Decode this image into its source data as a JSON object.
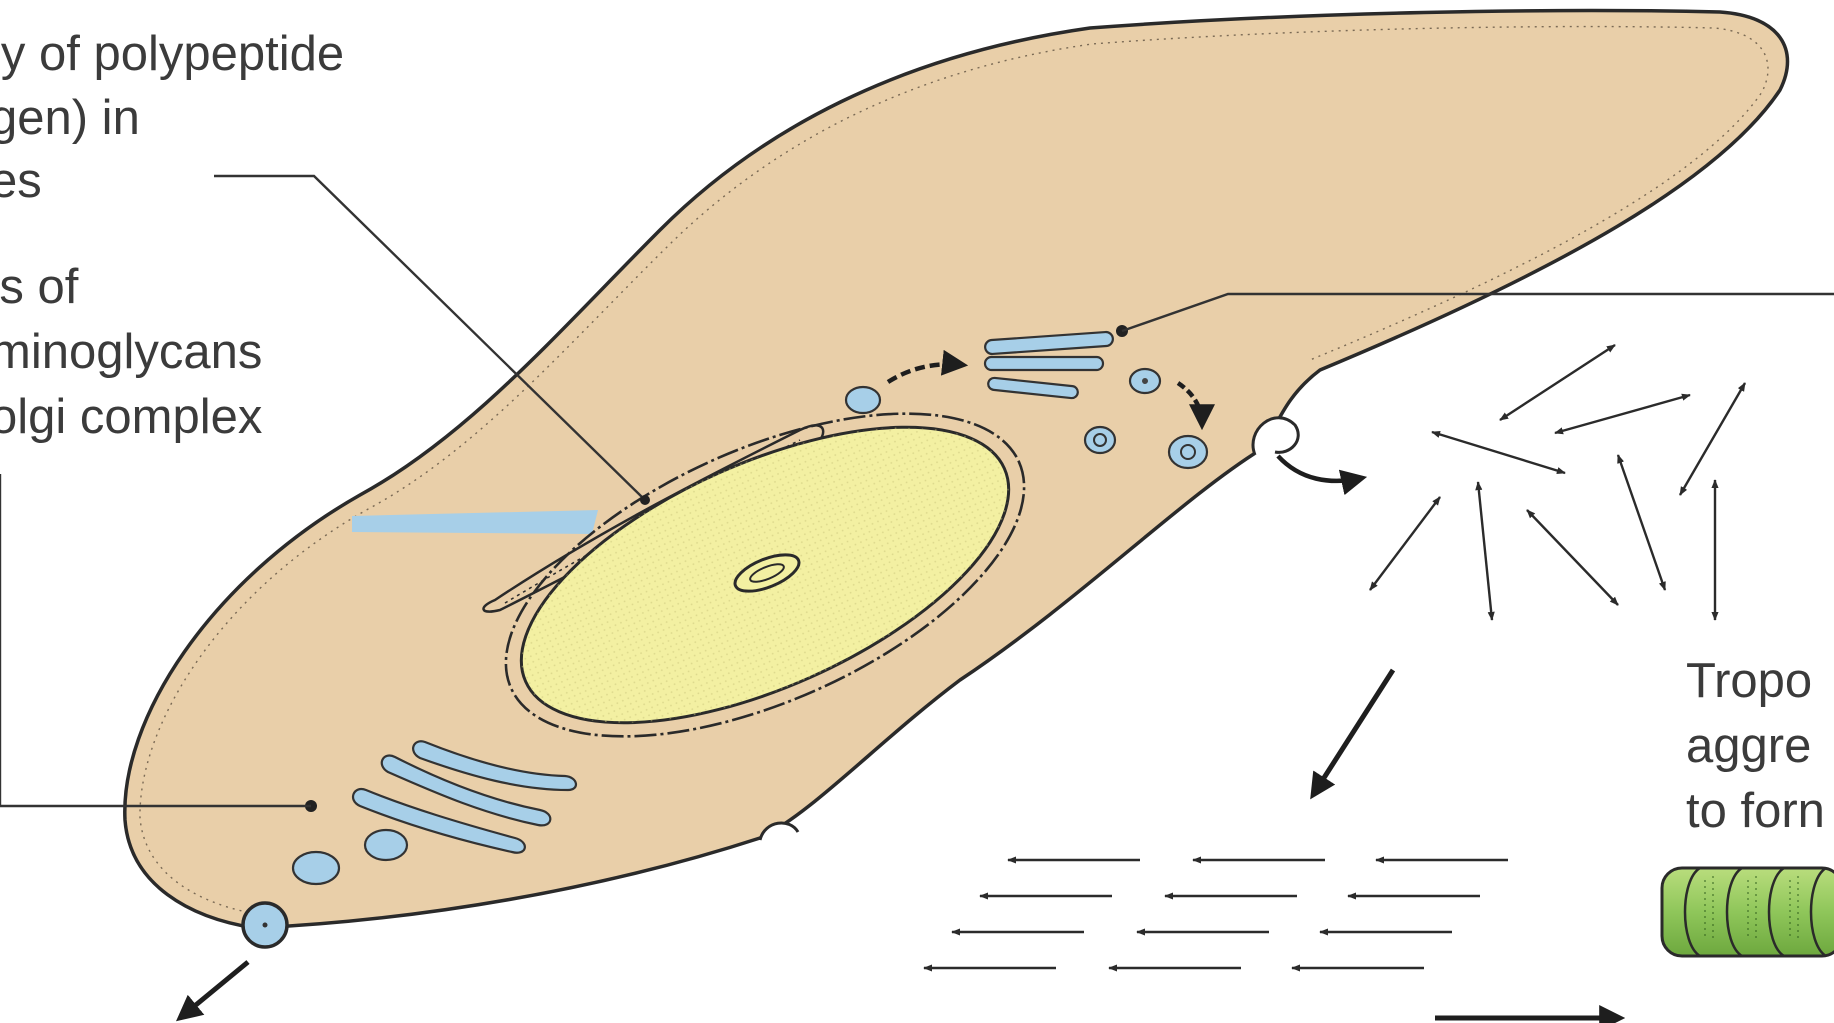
{
  "labels": {
    "polypeptide": [
      "ly of polypeptide",
      "gen) in",
      "es"
    ],
    "golgi": [
      "'s of",
      "minoglycans",
      "olgi complex"
    ],
    "tropocollagen": [
      "Tropo",
      "aggre",
      "to forn"
    ]
  },
  "colors": {
    "cytoplasm": "#e9cfa9",
    "nucleus": "#f3f0a2",
    "organelle_blue": "#a7cfe8",
    "fibril_green": "#8fc65a",
    "outline": "#2a2a2a",
    "text": "#3b3b3b"
  }
}
